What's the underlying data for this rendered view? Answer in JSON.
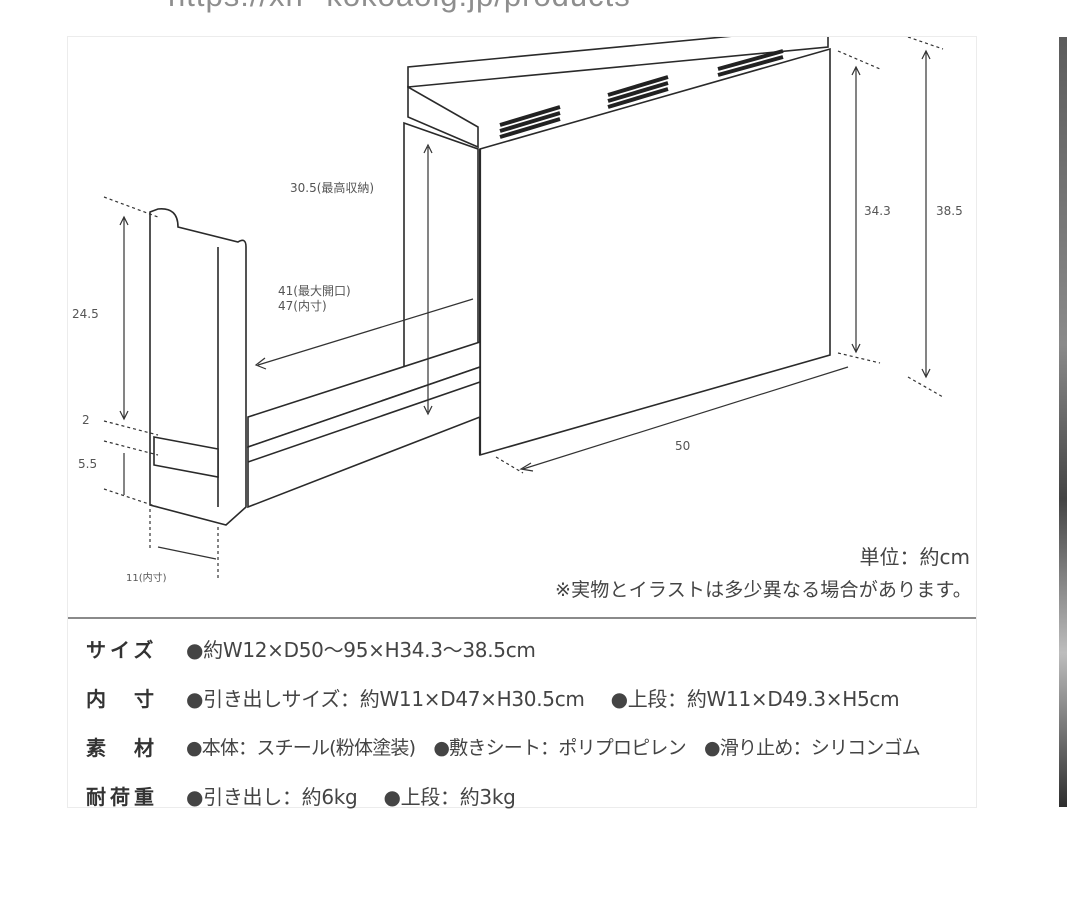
{
  "header": {
    "url_fragment": "https://xn--kokoaolg.jp/products"
  },
  "diagram": {
    "dims": {
      "max_storage_height": "30.5(最高収納)",
      "max_opening": "41(最大開口)",
      "inner_width": "47(内寸)",
      "front_height": "24.5",
      "gap_2": "2",
      "gap_5_5": "5.5",
      "inner_width_11": "11(内寸)",
      "height_34_3": "34.3",
      "height_38_5": "38.5",
      "depth_50": "50"
    },
    "unit": "単位：約cm",
    "disclaimer": "※実物とイラストは多少異なる場合があります。"
  },
  "specs": [
    {
      "key": "サイズ",
      "value": "●約W12×D50〜95×H34.3〜38.5cm",
      "extra": ""
    },
    {
      "key": "内　寸",
      "value": "●引き出しサイズ：約W11×D47×H30.5cm",
      "extra": "●上段：約W11×D49.3×H5cm"
    },
    {
      "key": "素　材",
      "value": "●本体：スチール(粉体塗装)　●敷きシート：ポリプロピレン　●滑り止め：シリコンゴム",
      "extra": ""
    },
    {
      "key": "耐荷重",
      "value": "●引き出し：約6kg",
      "extra": "●上段：約3kg"
    }
  ]
}
